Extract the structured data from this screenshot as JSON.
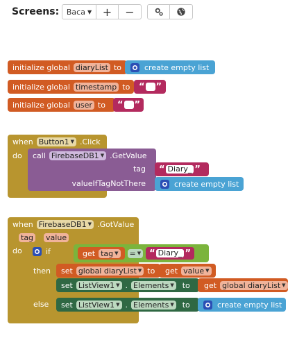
{
  "toolbar": {
    "title": "Screens:",
    "screen_selected": "Baca",
    "add_label": "+",
    "remove_label": "−",
    "settings_icon": "gear-icon",
    "globe_icon": "globe-icon"
  },
  "globals": [
    {
      "init_label": "initialize global",
      "name": "diaryList",
      "to_label": "to",
      "value_label": "create empty list"
    },
    {
      "init_label": "initialize global",
      "name": "timestamp",
      "to_label": "to",
      "value_label": "\" \""
    },
    {
      "init_label": "initialize global",
      "name": "user",
      "to_label": "to",
      "value_label": "\" \""
    }
  ],
  "event1": {
    "when_label": "when",
    "component": "Button1",
    "event": ".Click",
    "do_label": "do",
    "call_label": "call",
    "call_component": "FirebaseDB1",
    "method": ".GetValue",
    "arg1_label": "tag",
    "arg1_value": "Diary_",
    "arg2_label": "valueIfTagNotThere",
    "arg2_value": "create empty list"
  },
  "event2": {
    "when_label": "when",
    "component": "FirebaseDB1",
    "event": ".GotValue",
    "param1": "tag",
    "param2": "value",
    "do_label": "do",
    "if_label": "if",
    "get_label": "get",
    "get_param": "tag",
    "compare_op": "=",
    "compare_value": "Diary_",
    "then_label": "then",
    "set_label": "set",
    "global_target": "global diaryList",
    "to_label": "to",
    "get_value": "value",
    "set2_component": "ListView1",
    "set2_property": "Elements",
    "get_global": "global diaryList",
    "else_label": "else",
    "else_value": "create empty list"
  }
}
